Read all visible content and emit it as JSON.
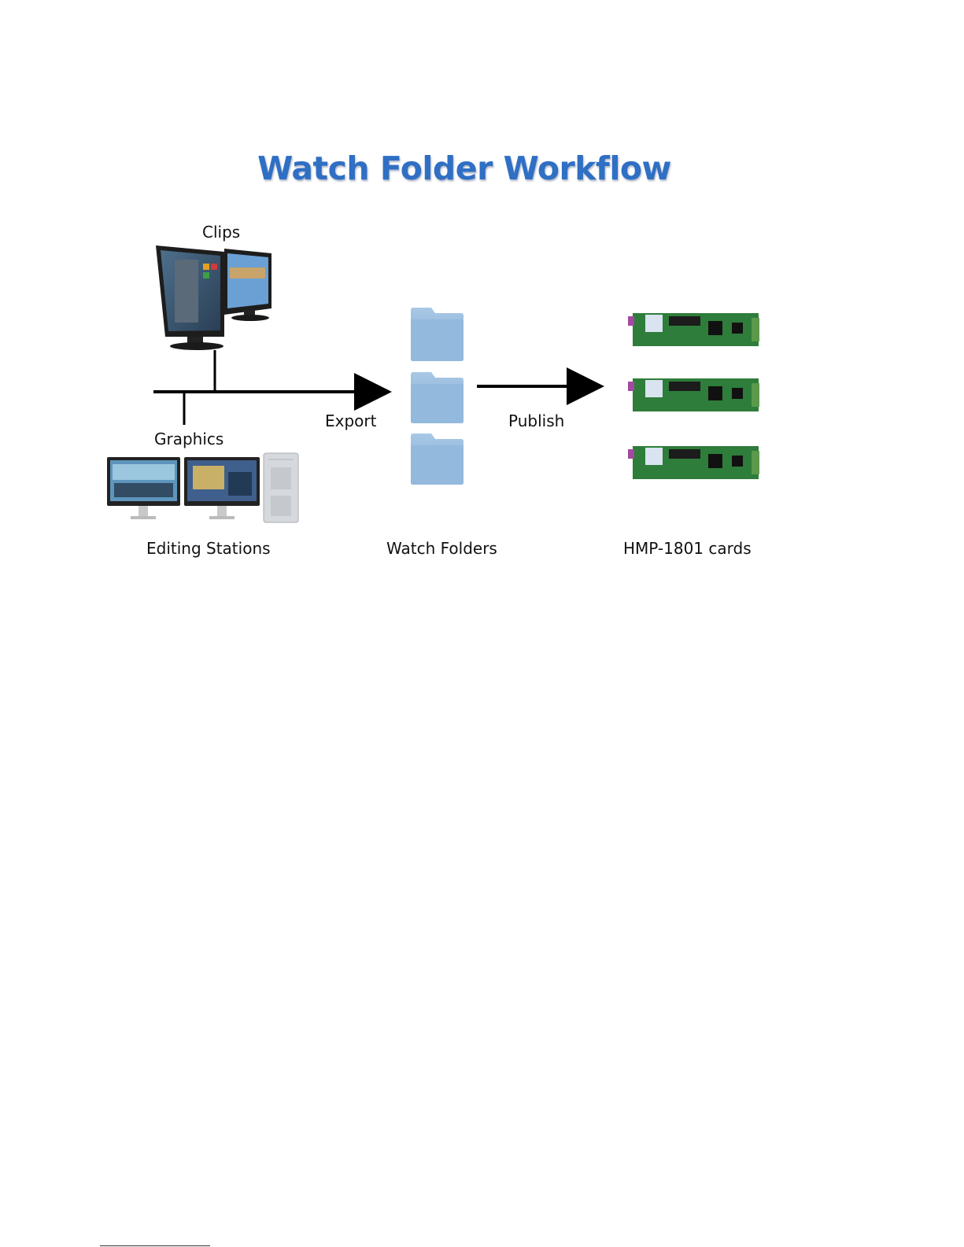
{
  "title": "Watch Folder Workflow",
  "labels": {
    "clips": "Clips",
    "graphics": "Graphics",
    "export": "Export",
    "publish": "Publish",
    "editing_stations": "Editing Stations",
    "watch_folders": "Watch Folders",
    "cards": "HMP-1801 cards"
  },
  "colors": {
    "title": "#2f6fc4",
    "folder": "#8db4d9",
    "board": "#2e7d3a",
    "line": "#000000"
  },
  "icons": [
    "dual-monitor-icon",
    "imac-workstation-icon",
    "folder-icon",
    "video-card-icon"
  ]
}
